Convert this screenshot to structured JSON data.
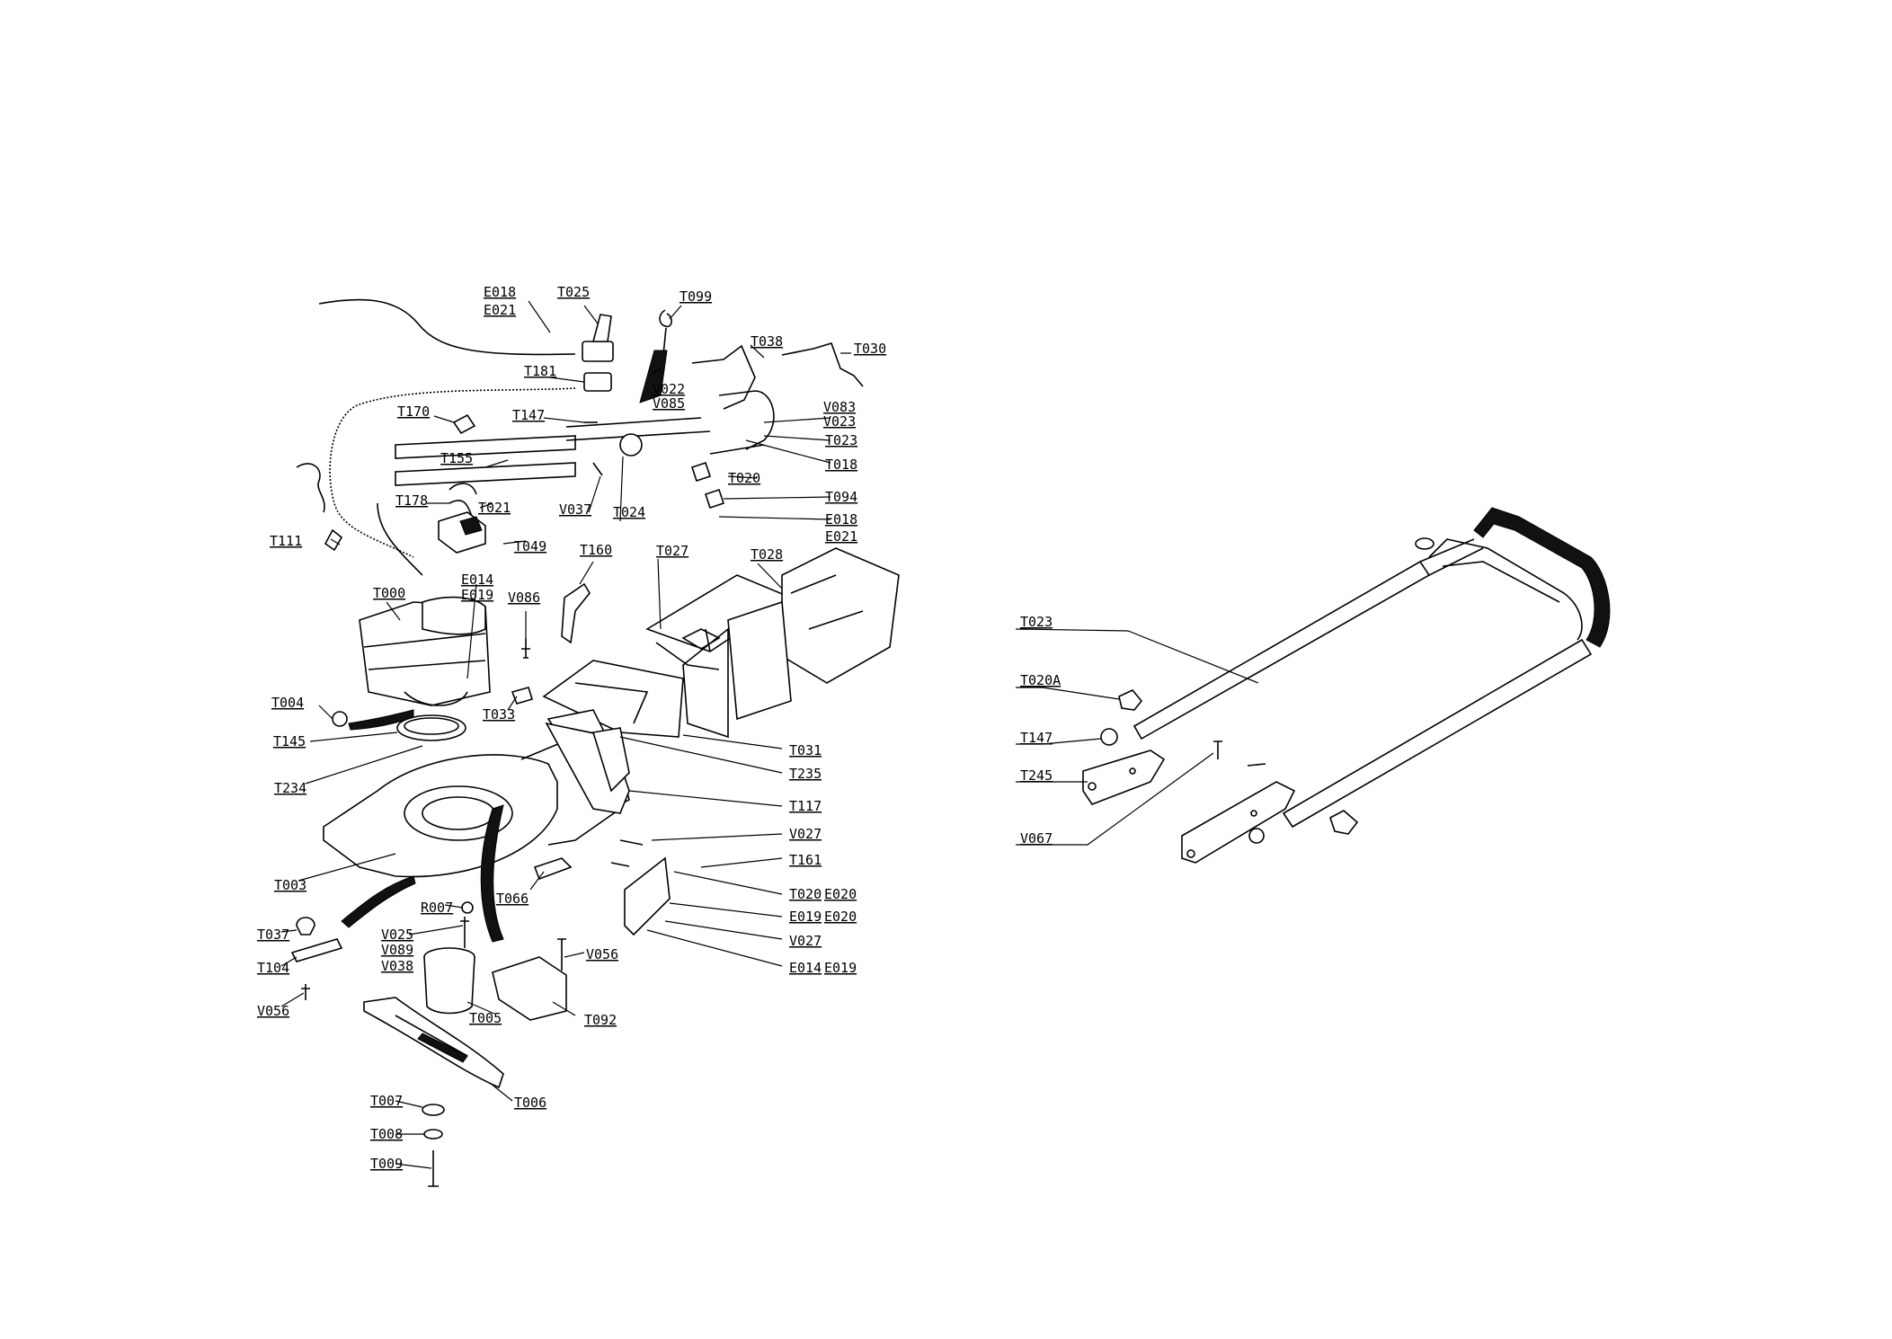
{
  "labels": [
    {
      "id": "E018_a",
      "text": "E018"
    },
    {
      "id": "E021_a",
      "text": "E021"
    },
    {
      "id": "T025",
      "text": "T025"
    },
    {
      "id": "T099",
      "text": "T099"
    },
    {
      "id": "T038",
      "text": "T038"
    },
    {
      "id": "T030",
      "text": "T030"
    },
    {
      "id": "T181",
      "text": "T181"
    },
    {
      "id": "V022",
      "text": "V022"
    },
    {
      "id": "V085",
      "text": "V085"
    },
    {
      "id": "V083",
      "text": "V083"
    },
    {
      "id": "V023",
      "text": "V023"
    },
    {
      "id": "T170",
      "text": "T170"
    },
    {
      "id": "T147_a",
      "text": "T147"
    },
    {
      "id": "T023_a",
      "text": "T023"
    },
    {
      "id": "T018",
      "text": "T018"
    },
    {
      "id": "T155",
      "text": "T155"
    },
    {
      "id": "T020_a",
      "text": "T020"
    },
    {
      "id": "T178",
      "text": "T178"
    },
    {
      "id": "T021",
      "text": "T021"
    },
    {
      "id": "V037",
      "text": "V037"
    },
    {
      "id": "T024",
      "text": "T024"
    },
    {
      "id": "T094",
      "text": "T094"
    },
    {
      "id": "E018_b",
      "text": "E018"
    },
    {
      "id": "E021_b",
      "text": "E021"
    },
    {
      "id": "T111",
      "text": "T111"
    },
    {
      "id": "T049",
      "text": "T049"
    },
    {
      "id": "T160",
      "text": "T160"
    },
    {
      "id": "T027",
      "text": "T027"
    },
    {
      "id": "T028",
      "text": "T028"
    },
    {
      "id": "T000",
      "text": "T000"
    },
    {
      "id": "E014_a",
      "text": "E014"
    },
    {
      "id": "E019_a",
      "text": "E019"
    },
    {
      "id": "V086",
      "text": "V086"
    },
    {
      "id": "T004",
      "text": "T004"
    },
    {
      "id": "T033",
      "text": "T033"
    },
    {
      "id": "T145",
      "text": "T145"
    },
    {
      "id": "T031",
      "text": "T031"
    },
    {
      "id": "T235",
      "text": "T235"
    },
    {
      "id": "T234",
      "text": "T234"
    },
    {
      "id": "T117",
      "text": "T117"
    },
    {
      "id": "V027_a",
      "text": "V027"
    },
    {
      "id": "T161",
      "text": "T161"
    },
    {
      "id": "T003",
      "text": "T003"
    },
    {
      "id": "T066",
      "text": "T066"
    },
    {
      "id": "T020_b",
      "text": "T020"
    },
    {
      "id": "E020_a",
      "text": "E020"
    },
    {
      "id": "R007",
      "text": "R007"
    },
    {
      "id": "E019_b",
      "text": "E019"
    },
    {
      "id": "E020_b",
      "text": "E020"
    },
    {
      "id": "T037",
      "text": "T037"
    },
    {
      "id": "V025",
      "text": "V025"
    },
    {
      "id": "V089",
      "text": "V089"
    },
    {
      "id": "V038",
      "text": "V038"
    },
    {
      "id": "V027_b",
      "text": "V027"
    },
    {
      "id": "V056_a",
      "text": "V056"
    },
    {
      "id": "T104",
      "text": "T104"
    },
    {
      "id": "E014_b",
      "text": "E014"
    },
    {
      "id": "E019_c",
      "text": "E019"
    },
    {
      "id": "V056_b",
      "text": "V056"
    },
    {
      "id": "T005",
      "text": "T005"
    },
    {
      "id": "T092",
      "text": "T092"
    },
    {
      "id": "T007",
      "text": "T007"
    },
    {
      "id": "T006",
      "text": "T006"
    },
    {
      "id": "T008",
      "text": "T008"
    },
    {
      "id": "T009",
      "text": "T009"
    },
    {
      "id": "T023_b",
      "text": "T023"
    },
    {
      "id": "T020A",
      "text": "T020A"
    },
    {
      "id": "T147_b",
      "text": "T147"
    },
    {
      "id": "T245",
      "text": "T245"
    },
    {
      "id": "V067",
      "text": "V067"
    }
  ]
}
